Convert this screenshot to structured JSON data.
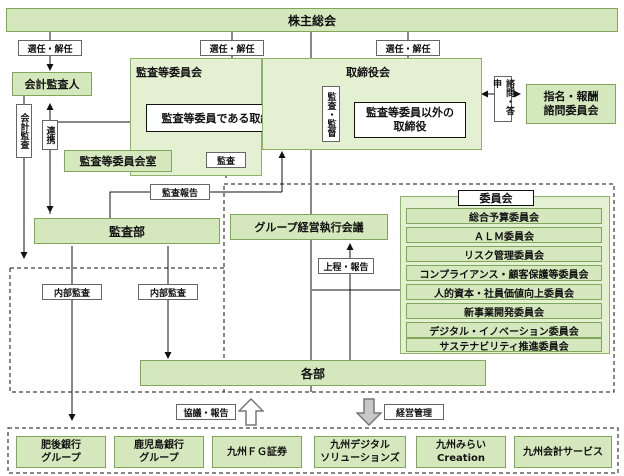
{
  "shareholders": "株主総会",
  "elect_dismiss_1": "選任・解任",
  "elect_dismiss_2": "選任・解任",
  "elect_dismiss_3": "選任・解任",
  "accounting_auditor": "会計監査人",
  "accounting_audit": "会計監査",
  "cooperation": "連携",
  "audit_committee": "監査等委員会",
  "audit_committee_director": "監査等委員である取締役",
  "audit_committee_office": "監査等委員会室",
  "audit_label": "監査",
  "board": "取締役会",
  "audit_supervision": "監査・監督",
  "other_directors": "監査等委員以外の\n取締役",
  "consult_report": "諮問・答申",
  "nomination_committee": "指名・報酬\n諮問委員会",
  "audit_report": "監査報告",
  "audit_dept": "監査部",
  "group_exec_meeting": "グループ経営執行会議",
  "proposal_report": "上程・報告",
  "committees_title": "委員会",
  "committees": [
    "総合予算委員会",
    "ＡＬＭ委員会",
    "リスク管理委員会",
    "コンプライアンス・顧客保護等委員会",
    "人的資本・社員価値向上委員会",
    "新事業開発委員会",
    "デジタル・イノベーション委員会",
    "サステナビリティ推進委員会"
  ],
  "internal_audit_1": "内部監査",
  "internal_audit_2": "内部監査",
  "departments": "各部",
  "consult_report_2": "協議・報告",
  "management": "経営管理",
  "subsidiaries": [
    "肥後銀行\nグループ",
    "鹿児島銀行\nグループ",
    "九州ＦＧ証券",
    "九州デジタル\nソリューションズ",
    "九州みらい\nCreation",
    "九州会計サービス"
  ]
}
